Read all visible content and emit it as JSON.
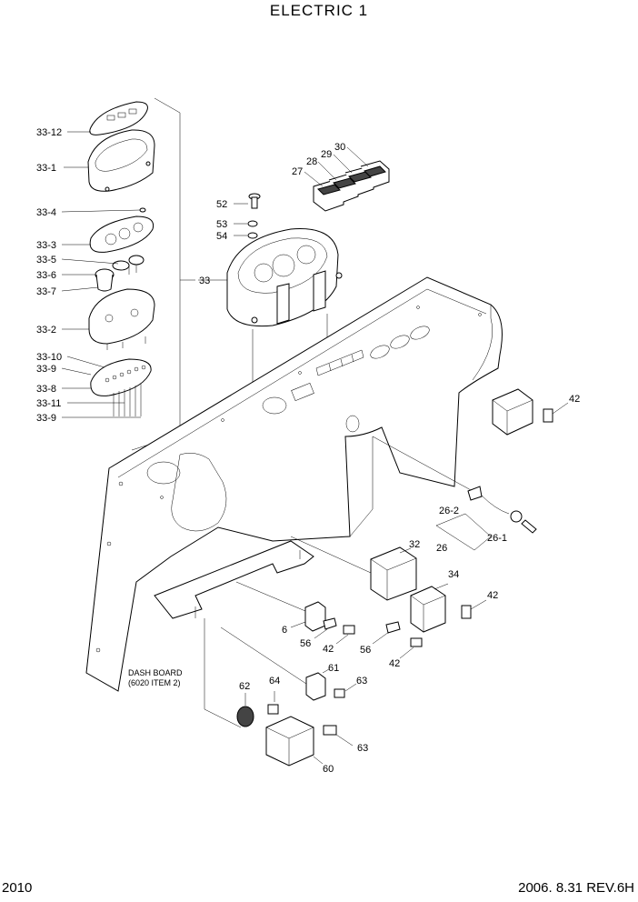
{
  "title": "ELECTRIC 1",
  "footer": {
    "page": "2010",
    "date_rev": "2006.  8.31  REV.6H"
  },
  "note": {
    "line1": "DASH BOARD",
    "line2": "(6020 ITEM 2)"
  },
  "callouts": {
    "c33_12": "33-12",
    "c33_1": "33-1",
    "c33_4": "33-4",
    "c33_3": "33-3",
    "c33_5": "33-5",
    "c33_6": "33-6",
    "c33_7": "33-7",
    "c33_2": "33-2",
    "c33_10": "33-10",
    "c33_9a": "33-9",
    "c33_8": "33-8",
    "c33_11": "33-11",
    "c33_9b": "33-9",
    "c33": "33",
    "c52": "52",
    "c53": "53",
    "c54": "54",
    "c27": "27",
    "c28": "28",
    "c29": "29",
    "c30": "30",
    "c42a": "42",
    "c26_2": "26-2",
    "c26": "26",
    "c26_1": "26-1",
    "c32": "32",
    "c34": "34",
    "c42b": "42",
    "c6": "6",
    "c56a": "56",
    "c42c": "42",
    "c56b": "56",
    "c42d": "42",
    "c62": "62",
    "c64": "64",
    "c61": "61",
    "c63a": "63",
    "c63b": "63",
    "c60": "60"
  }
}
